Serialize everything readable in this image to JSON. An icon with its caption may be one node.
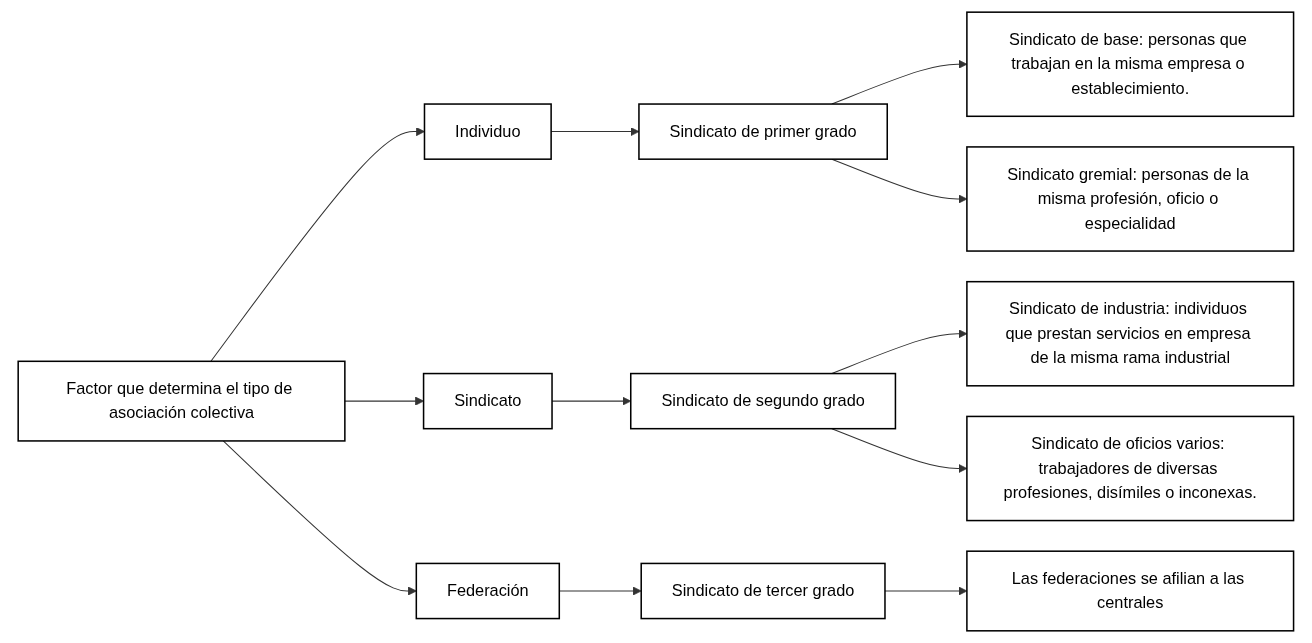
{
  "diagram": {
    "nodes": [
      {
        "text": [
          "Factor que determina el tipo de asociación colectiva"
        ]
      },
      {
        "text": [
          "Individuo"
        ]
      },
      {
        "text": [
          "Sindicato de primer grado"
        ]
      },
      {
        "text": [
          "Sindicato de base: personas que trabajan en la misma empresa o establecimiento."
        ]
      },
      {
        "text": [
          "Sindicato gremial: personas de la misma profesión, oficio o especialidad"
        ]
      },
      {
        "text": [
          "Sindicato"
        ]
      },
      {
        "text": [
          "Sindicato de segundo grado"
        ]
      },
      {
        "text": [
          "Sindicato de industria: individuos que prestan servicios en empresa de la misma rama industrial"
        ]
      },
      {
        "text": [
          "Sindicato de oficios varios: trabajadores de diversas profesiones, disímiles o inconexas."
        ]
      },
      {
        "text": [
          "Federación"
        ]
      },
      {
        "text": [
          "Sindicato de tercer grado"
        ]
      },
      {
        "text": [
          "Las federaciones se afilian a las centrales"
        ]
      }
    ],
    "edges": [
      {
        "from": 0,
        "to": 1,
        "arrow": "to"
      },
      {
        "from": 0,
        "to": 5,
        "arrow": "to"
      },
      {
        "from": 0,
        "to": 9,
        "arrow": "to"
      },
      {
        "from": 1,
        "to": 2,
        "arrow": "to"
      },
      {
        "from": 2,
        "to": 3,
        "arrow": "to"
      },
      {
        "from": 2,
        "to": 4,
        "arrow": "to"
      },
      {
        "from": 5,
        "to": 6,
        "arrow": "to"
      },
      {
        "from": 6,
        "to": 7,
        "arrow": "to"
      },
      {
        "from": 6,
        "to": 8,
        "arrow": "to"
      },
      {
        "from": 9,
        "to": 10,
        "arrow": "to"
      },
      {
        "from": 10,
        "to": 11,
        "arrow": "to"
      }
    ]
  }
}
